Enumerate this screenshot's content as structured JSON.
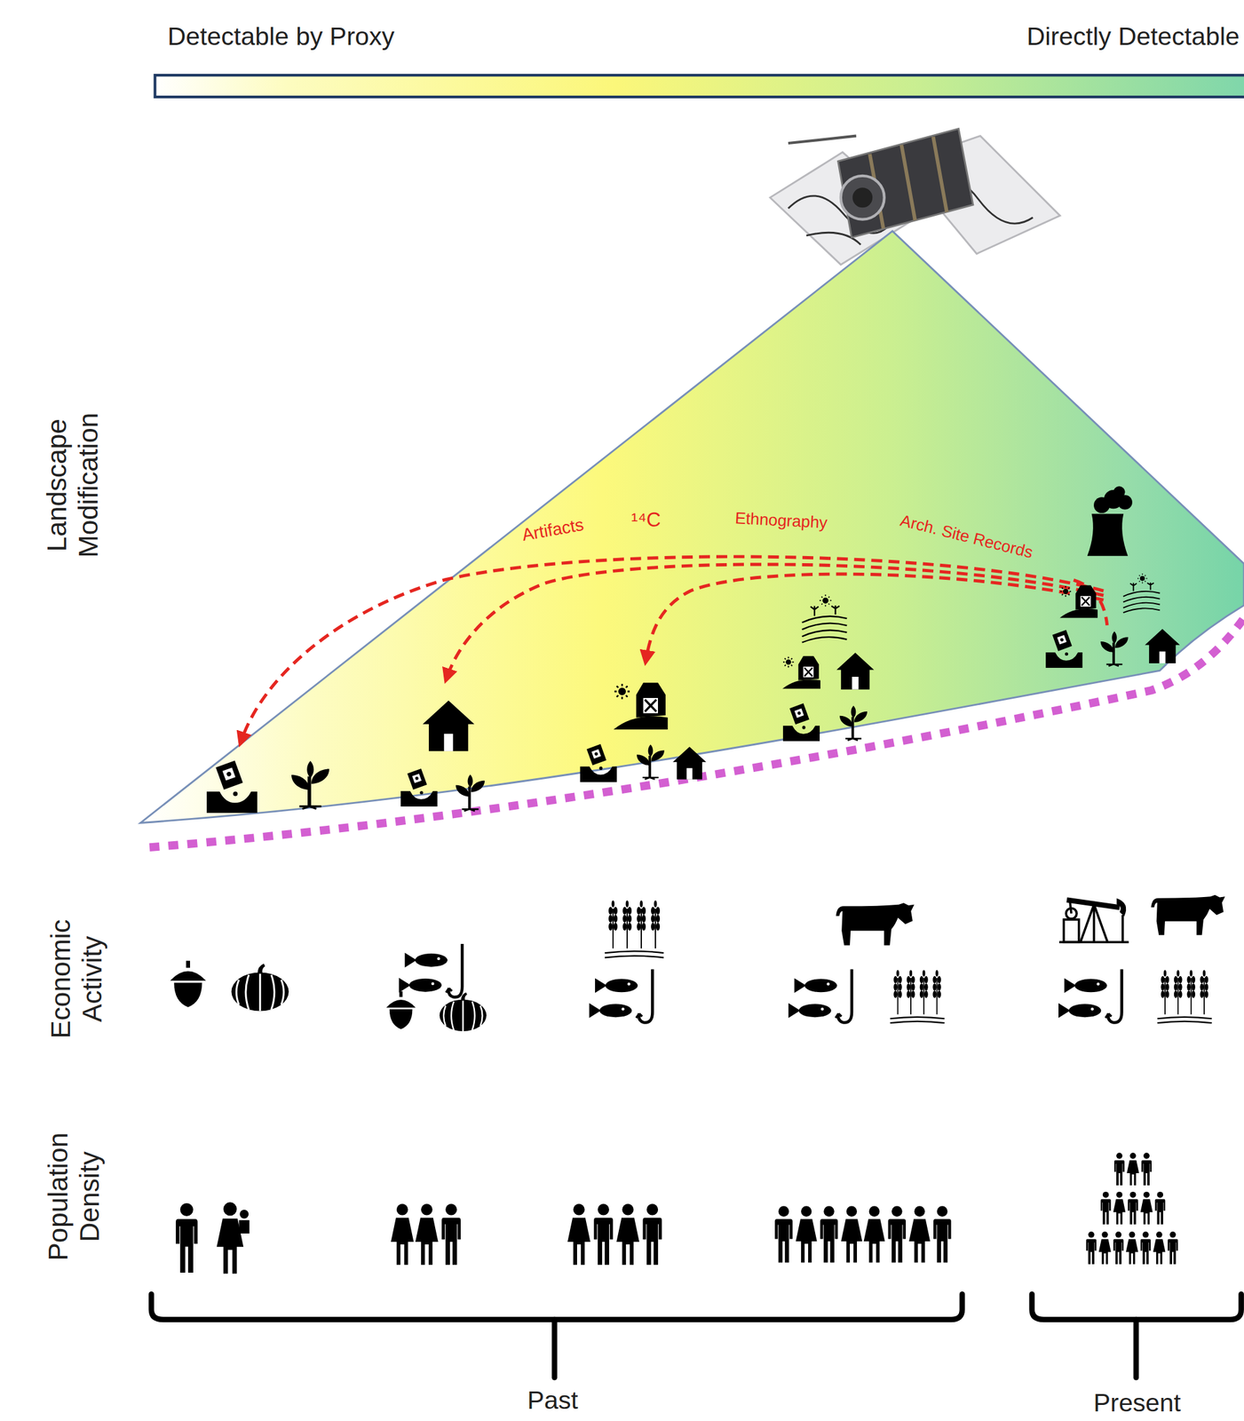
{
  "diagram": {
    "labels": [
      "Detectable by Proxy",
      "Directly Detectable",
      "Landscape Modification",
      "Artifacts",
      "¹⁴C",
      "Ethnography",
      "Arch. Site Records",
      "Economic Activity",
      "Population Density",
      "Past",
      "Present"
    ]
  }
}
